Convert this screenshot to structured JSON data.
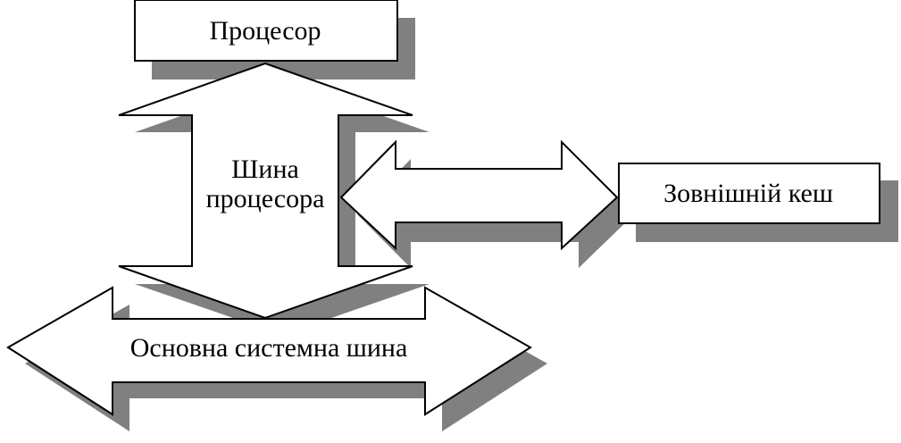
{
  "diagram": {
    "processor_label": "Процесор",
    "processor_bus_label_line1": "Шина",
    "processor_bus_label_line2": "процесора",
    "external_cache_label": "Зовнішній кеш",
    "system_bus_label": "Основна системна шина"
  },
  "colors": {
    "shadow": "#808080",
    "fill": "#ffffff",
    "stroke": "#000000"
  }
}
